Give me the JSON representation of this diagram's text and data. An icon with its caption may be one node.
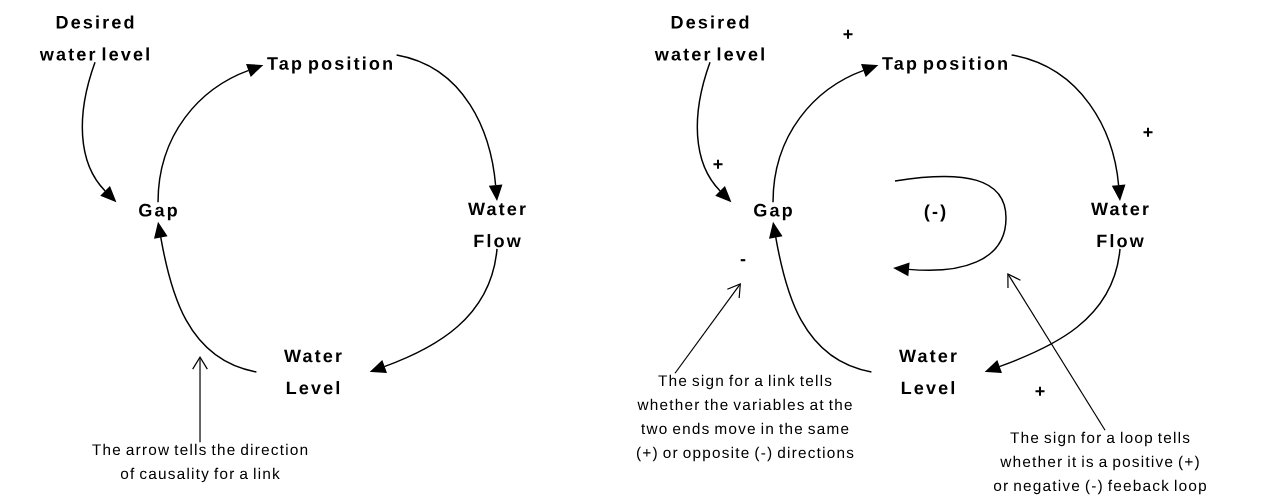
{
  "diagram": {
    "nodes": [
      {
        "text": [
          "Desired water level"
        ]
      },
      {
        "text": [
          "Tap position"
        ]
      },
      {
        "text": [
          "Gap"
        ]
      },
      {
        "text": [
          "Water Flow"
        ]
      },
      {
        "text": [
          "Water Level"
        ]
      },
      {
        "text": [
          "The arrow tells the direction of causality for a link"
        ]
      },
      {
        "text": [
          "Desired water level"
        ]
      },
      {
        "text": [
          "Tap position"
        ]
      },
      {
        "text": [
          "Gap"
        ]
      },
      {
        "text": [],
        "shape": "arrow"
      },
      {
        "text": [
          "Water Flow"
        ]
      },
      {
        "text": [
          "Water Level"
        ]
      },
      {
        "text": [
          "The sign for a link tells whether the variables at the two ends move in the same (+) or opposite (-) directions"
        ]
      },
      {
        "text": [
          "The sign for a loop tells whether it is a positive (+) or negative (-) feeback loop"
        ]
      }
    ],
    "edges": [
      {
        "from": 0,
        "to": 2,
        "arrow": "to"
      },
      {
        "from": 2,
        "to": 1,
        "arrow": "to"
      },
      {
        "from": 1,
        "to": 3,
        "arrow": "to"
      },
      {
        "from": 3,
        "to": 4,
        "arrow": "to"
      },
      {
        "from": 4,
        "to": 2,
        "arrow": "to"
      },
      {
        "from": 5,
        "to": null,
        "arrow": "to"
      },
      {
        "from": 6,
        "to": 8,
        "arrow": "to",
        "label": "+"
      },
      {
        "from": 8,
        "to": 7,
        "arrow": "to",
        "label": "+"
      },
      {
        "from": 7,
        "to": 10,
        "arrow": "to",
        "label": "+"
      },
      {
        "from": 10,
        "to": 11,
        "arrow": "to",
        "label": "+"
      },
      {
        "from": 11,
        "to": 8,
        "arrow": "to",
        "label": "-"
      },
      {
        "from": 12,
        "to": null,
        "arrow": "to"
      },
      {
        "from": 13,
        "to": 9,
        "arrow": "to"
      }
    ],
    "labels": [
      "(-)"
    ]
  }
}
